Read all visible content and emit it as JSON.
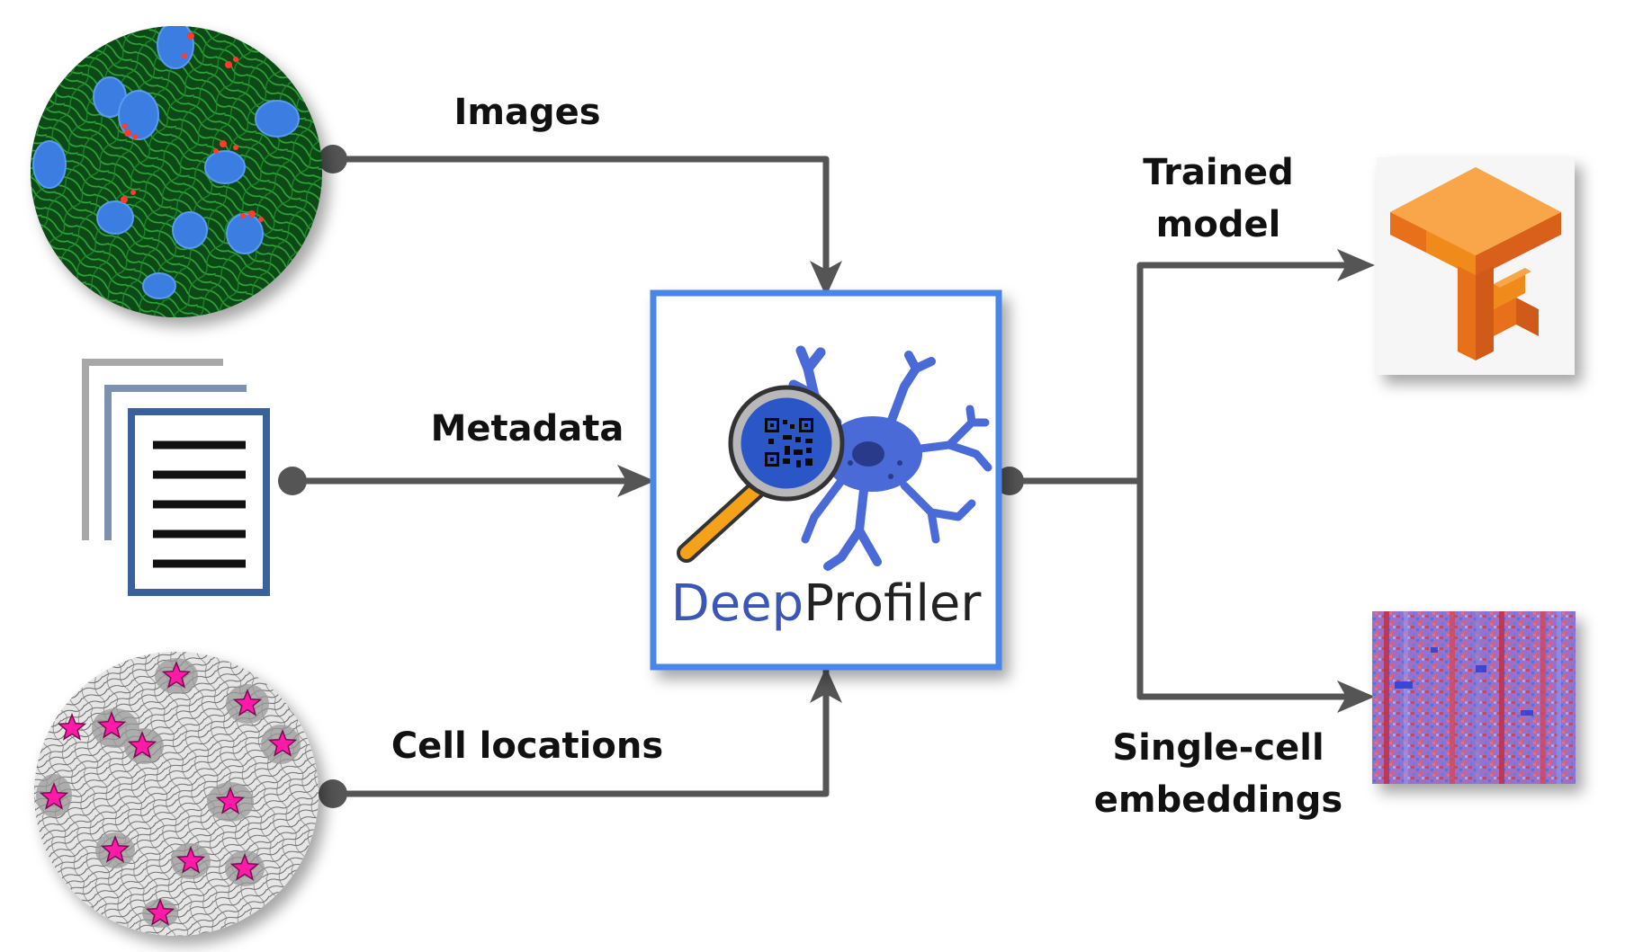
{
  "inputs": {
    "images_label": "Images",
    "metadata_label": "Metadata",
    "cell_locations_label": "Cell locations"
  },
  "center": {
    "brand_part1": "Deep",
    "brand_part2": "Profiler"
  },
  "outputs": {
    "trained_model_line1": "Trained",
    "trained_model_line2": "model",
    "embeddings_line1": "Single-cell",
    "embeddings_line2": "embeddings"
  },
  "colors": {
    "connector": "#555555",
    "box_border": "#4a86e8",
    "brand_deep": "#3a56b8",
    "brand_profiler": "#222222",
    "nuclei": "#3a7de0",
    "fibers": "#1f8a2a",
    "markers": "#ff1aa8",
    "tensorflow_orange": "#f5931f"
  },
  "icons": {
    "cell_image": "fluorescence-microscopy-icon",
    "documents": "document-stack-icon",
    "cell_locations": "grayscale-cells-with-star-markers-icon",
    "deepprofiler_logo": "neuron-magnifier-logo",
    "tensorflow": "tensorflow-logo",
    "heatmap": "embedding-heatmap-icon"
  }
}
